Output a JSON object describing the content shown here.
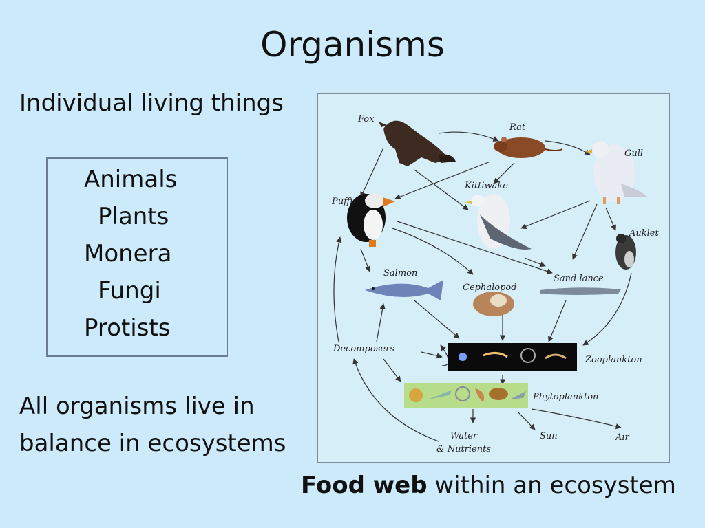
{
  "slide": {
    "title": "Organisms",
    "subtitle": "Individual living things",
    "kingdoms": [
      "Animals",
      "Plants",
      "Monera",
      "Fungi",
      "Protists"
    ],
    "bottom_line1": "All organisms live in",
    "bottom_line2": "balance in ecosystems",
    "caption_bold": "Food web",
    "caption_rest": " within an ecosystem"
  },
  "food_web": {
    "nodes": [
      {
        "id": "fox",
        "label": "Fox"
      },
      {
        "id": "rat",
        "label": "Rat"
      },
      {
        "id": "gull",
        "label": "Gull"
      },
      {
        "id": "kittiwake",
        "label": "Kittiwake"
      },
      {
        "id": "puffin",
        "label": "Puffin"
      },
      {
        "id": "auklet",
        "label": "Auklet"
      },
      {
        "id": "salmon",
        "label": "Salmon"
      },
      {
        "id": "cephalopod",
        "label": "Cephalopod"
      },
      {
        "id": "sandlance",
        "label": "Sand lance"
      },
      {
        "id": "decomposers",
        "label": "Decomposers"
      },
      {
        "id": "zooplankton",
        "label": "Zooplankton"
      },
      {
        "id": "phytoplankton",
        "label": "Phytoplankton"
      },
      {
        "id": "water1",
        "label": "Water"
      },
      {
        "id": "water2",
        "label": "& Nutrients"
      },
      {
        "id": "sun",
        "label": "Sun"
      },
      {
        "id": "air",
        "label": "Air"
      }
    ]
  }
}
